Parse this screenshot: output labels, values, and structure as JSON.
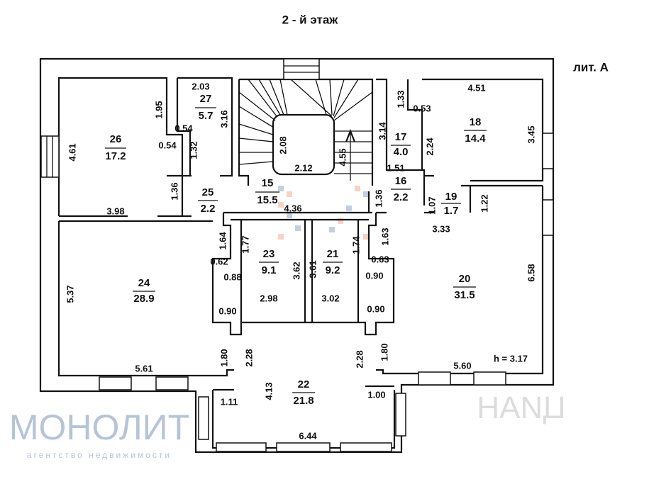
{
  "title": "2 - й этаж",
  "building_label": "лит. А",
  "height_label": "h = 3.17",
  "watermark": {
    "brand": "МОНОЛИТ",
    "tagline": "агентство недвижимости",
    "corner": "ЦИАН",
    "colors": [
      "#7d93b8",
      "#f0a07a"
    ]
  },
  "rooms": [
    {
      "number": "26",
      "area": "17.2"
    },
    {
      "number": "27",
      "area": "5.7"
    },
    {
      "number": "25",
      "area": "2.2"
    },
    {
      "number": "15",
      "area": "15.5"
    },
    {
      "number": "17",
      "area": "4.0"
    },
    {
      "number": "16",
      "area": "2.2"
    },
    {
      "number": "18",
      "area": "14.4"
    },
    {
      "number": "19",
      "area": "1.7"
    },
    {
      "number": "23",
      "area": "9.1"
    },
    {
      "number": "21",
      "area": "9.2"
    },
    {
      "number": "24",
      "area": "28.9"
    },
    {
      "number": "20",
      "area": "31.5"
    },
    {
      "number": "22",
      "area": "21.8"
    }
  ],
  "dims": [
    "2.03",
    "1.95",
    "3.16",
    "0.54",
    "0.54",
    "1.32",
    "4.61",
    "1.36",
    "3.98",
    "2.08",
    "2.12",
    "4.36",
    "4.55",
    "3.14",
    "1.33",
    "0.53",
    "1.51",
    "2.24",
    "4.51",
    "3.45",
    "1.07",
    "1.22",
    "3.33",
    "1.36",
    "1.64",
    "1.77",
    "3.62",
    "3.61",
    "1.74",
    "1.63",
    "0.62",
    "0.63",
    "0.88",
    "0.90",
    "2.98",
    "3.02",
    "0.90",
    "0.90",
    "5.37",
    "6.58",
    "1.80",
    "2.28",
    "2.28",
    "1.80",
    "5.61",
    "5.60",
    "4.13",
    "1.11",
    "1.00",
    "6.44"
  ]
}
